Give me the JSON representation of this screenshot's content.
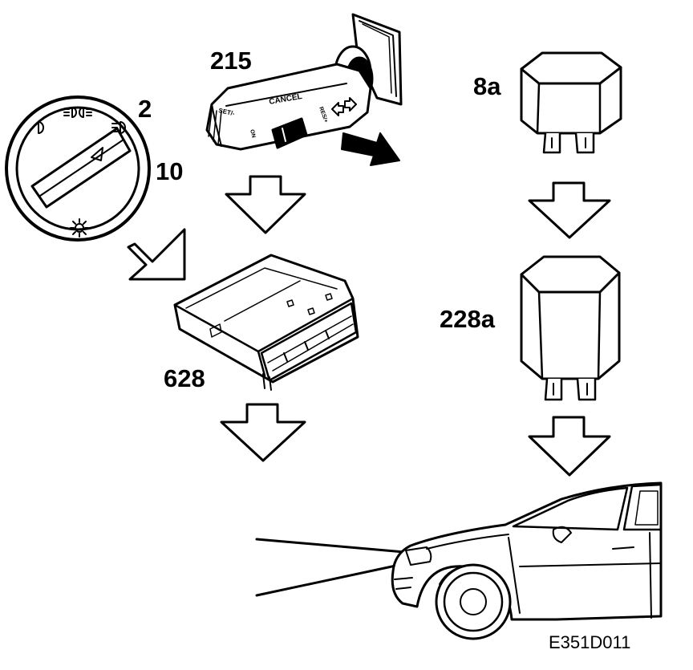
{
  "labels": {
    "switch": "2",
    "switch_position": "10",
    "stalk": "215",
    "control_unit": "628",
    "relay_top": "8a",
    "relay_bottom": "228a"
  },
  "stalk_text": {
    "set": "SET/-",
    "cancel": "CANCEL",
    "on": "ON",
    "res": "RES/+"
  },
  "figure_id": "E351D011",
  "colors": {
    "ink": "#000000",
    "fill": "#ffffff"
  }
}
